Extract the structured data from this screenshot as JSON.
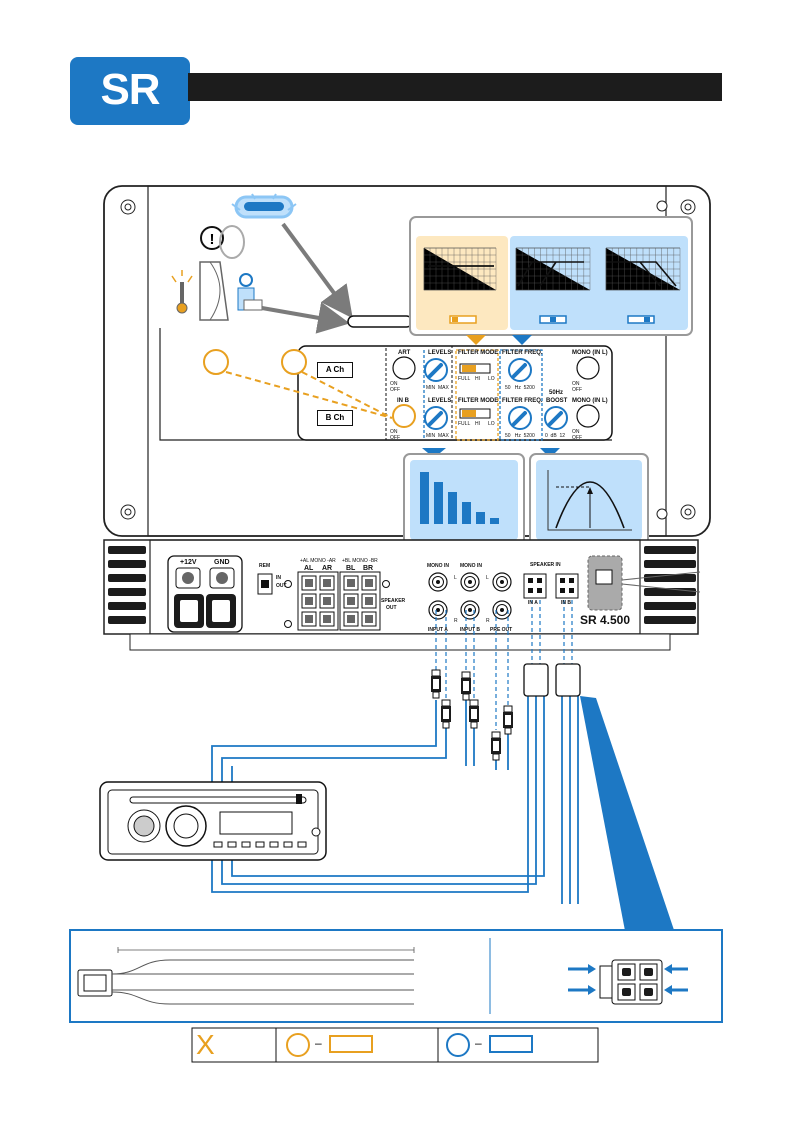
{
  "header": {
    "logo_text": "SR"
  },
  "panel": {
    "channels": [
      "A Ch",
      "B Ch"
    ],
    "controls": {
      "art": "ART",
      "inb": "IN B",
      "levels": "LEVELS",
      "filter_mode": "FILTER MODE",
      "filter_freq": "FILTER FREQ.",
      "mono": "MONO (IN L)",
      "boost_top": "50Hz",
      "boost": "BOOST",
      "on": "ON",
      "off": "OFF",
      "min": "MIN",
      "max": "MAX",
      "full": "FULL",
      "hi": "HI",
      "lo": "LO",
      "freq_range": "50   Hz  5200",
      "boost_range": "0  dB  12"
    }
  },
  "terminals": {
    "plus12v": "+12V",
    "gnd": "GND",
    "rem": "REM",
    "in": "IN",
    "out": "OUT",
    "al_mono_ar": "+AL MONO -AR",
    "bl_mono_br": "+BL MONO -BR",
    "al": "AL",
    "ar": "AR",
    "bl": "BL",
    "br": "BR",
    "speaker": "SPEAKER",
    "out_lbl": "OUT",
    "mono_in": "MONO IN",
    "input_a": "INPUT A",
    "input_b": "INPUT B",
    "pre_out": "PRE OUT",
    "speaker_in": "SPEAKER IN",
    "in_a": "IN A",
    "in_b": "IN B",
    "l": "L",
    "r": "R",
    "model": "SR 4.500"
  },
  "legend": {
    "cross": "X",
    "dash1": "–",
    "dash2": "–"
  },
  "colors": {
    "blue": "#1d78c4",
    "orange": "#e8a020",
    "dark": "#1c1c1c"
  }
}
